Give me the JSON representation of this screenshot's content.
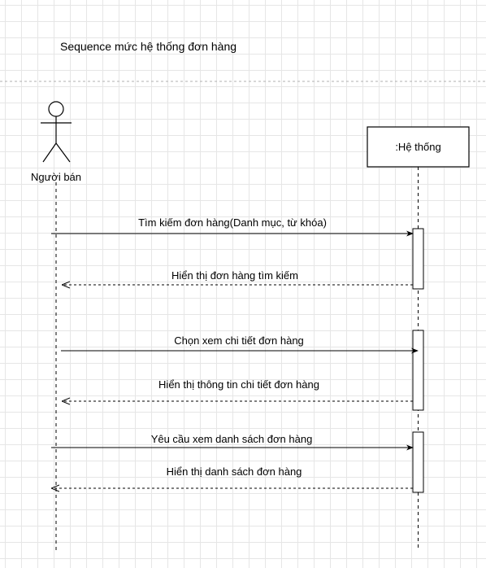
{
  "diagram": {
    "title": "Sequence mức hệ thống đơn hàng",
    "actor": {
      "label": "Người bán"
    },
    "system": {
      "label": ":Hệ thống"
    },
    "messages": [
      {
        "text": "Tìm kiếm đơn hàng(Danh mục, từ khóa)",
        "kind": "call"
      },
      {
        "text": "Hiển thị đơn hàng tìm kiếm",
        "kind": "return"
      },
      {
        "text": "Chọn xem chi tiết đơn hàng",
        "kind": "call"
      },
      {
        "text": "Hiển thị thông tin chi tiết đơn hàng",
        "kind": "return"
      },
      {
        "text": "Yêu cầu xem danh sách đơn hàng",
        "kind": "call"
      },
      {
        "text": "Hiển thị danh sách đơn hàng",
        "kind": "return"
      }
    ]
  }
}
